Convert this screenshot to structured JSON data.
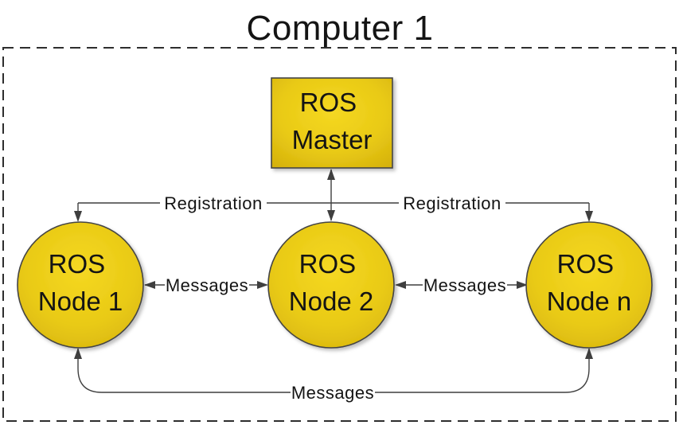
{
  "title": "Computer 1",
  "nodes": {
    "master": {
      "line1": "ROS",
      "line2": "Master"
    },
    "node1": {
      "line1": "ROS",
      "line2": "Node 1"
    },
    "node2": {
      "line1": "ROS",
      "line2": "Node 2"
    },
    "node_n": {
      "line1": "ROS",
      "line2": "Node n"
    }
  },
  "edges": {
    "registration_left": "Registration",
    "registration_right": "Registration",
    "messages_left": "Messages",
    "messages_right": "Messages",
    "messages_bottom": "Messages"
  },
  "colors": {
    "node_fill_light": "#F5D822",
    "node_fill_mid": "#E9CA15",
    "node_fill_dark": "#D3AF0C",
    "node_border": "#454545",
    "line": "#3F3F3F",
    "boundary": "#2E2E2E",
    "text": "#141414",
    "background": "#FFFFFF"
  }
}
